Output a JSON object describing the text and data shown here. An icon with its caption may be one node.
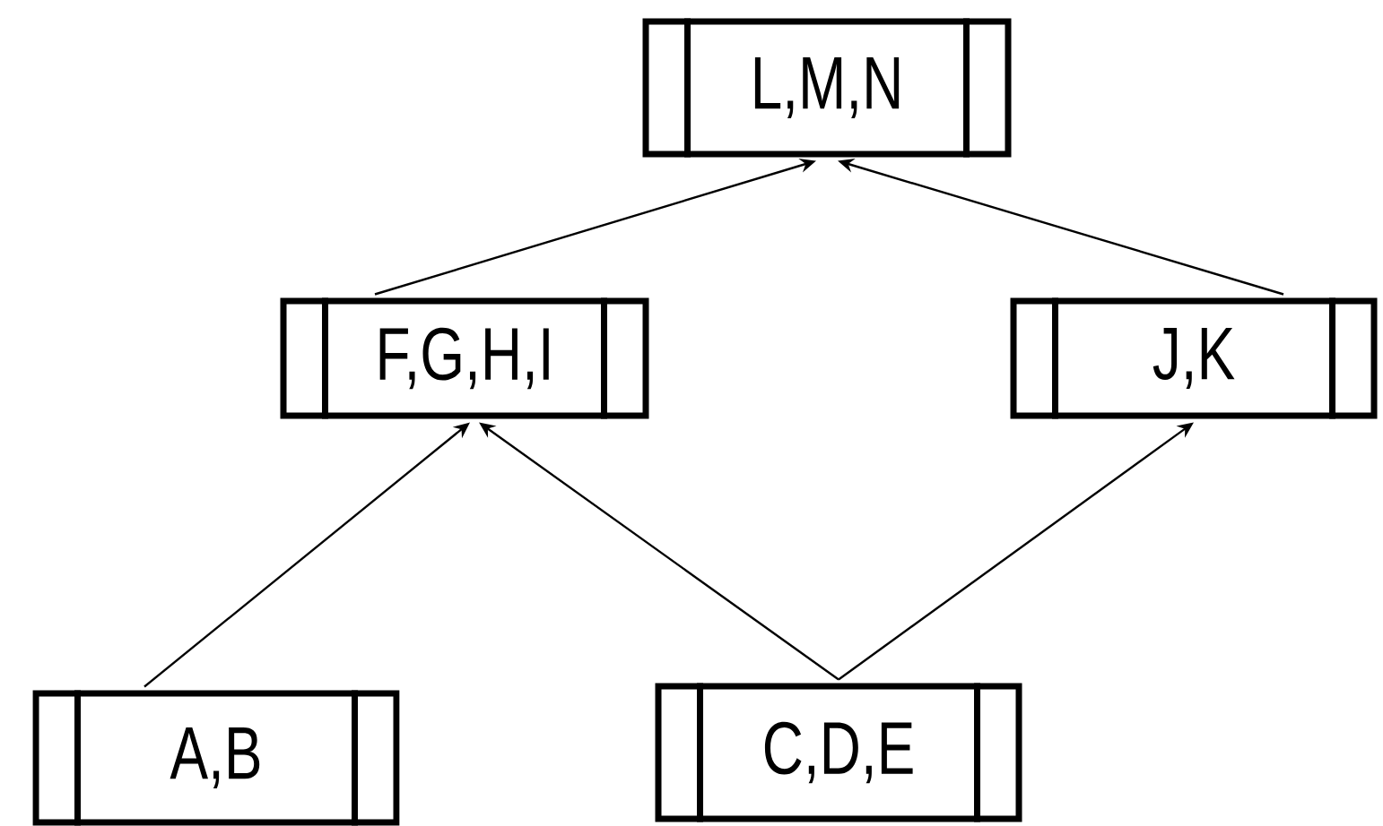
{
  "diagram": {
    "nodes": [
      {
        "text": [
          "L,M,N"
        ]
      },
      {
        "text": [
          "F,G,H,I"
        ]
      },
      {
        "text": [
          "J,K"
        ]
      },
      {
        "text": [
          "A,B"
        ]
      },
      {
        "text": [
          "C,D,E"
        ]
      }
    ],
    "edges": [
      {
        "from": 3,
        "to": 1,
        "arrow": "to"
      },
      {
        "from": 4,
        "to": 1,
        "arrow": "to"
      },
      {
        "from": 4,
        "to": 2,
        "arrow": "to"
      },
      {
        "from": 1,
        "to": 0,
        "arrow": "to"
      },
      {
        "from": 2,
        "to": 0,
        "arrow": "to"
      }
    ]
  }
}
